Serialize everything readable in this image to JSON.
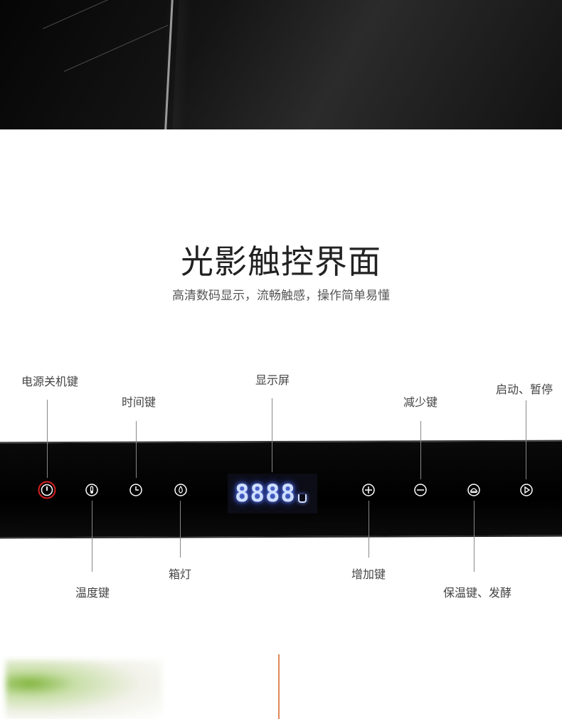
{
  "heading": {
    "title": "光影触控界面",
    "subtitle": "高清数码显示，流畅触感，操作简单易懂"
  },
  "display": {
    "digits": "8888"
  },
  "keys": {
    "power": "电源关机键",
    "temperature": "温度键",
    "time": "时间键",
    "lamp": "箱灯",
    "display": "显示屏",
    "increase": "增加键",
    "decrease": "减少键",
    "keep_warm": "保温键、发酵",
    "start_pause": "启动、暂停"
  },
  "colors": {
    "power_ring": "#d42020",
    "display_digits": "#cfe0ff",
    "divider": "#e0885a"
  }
}
